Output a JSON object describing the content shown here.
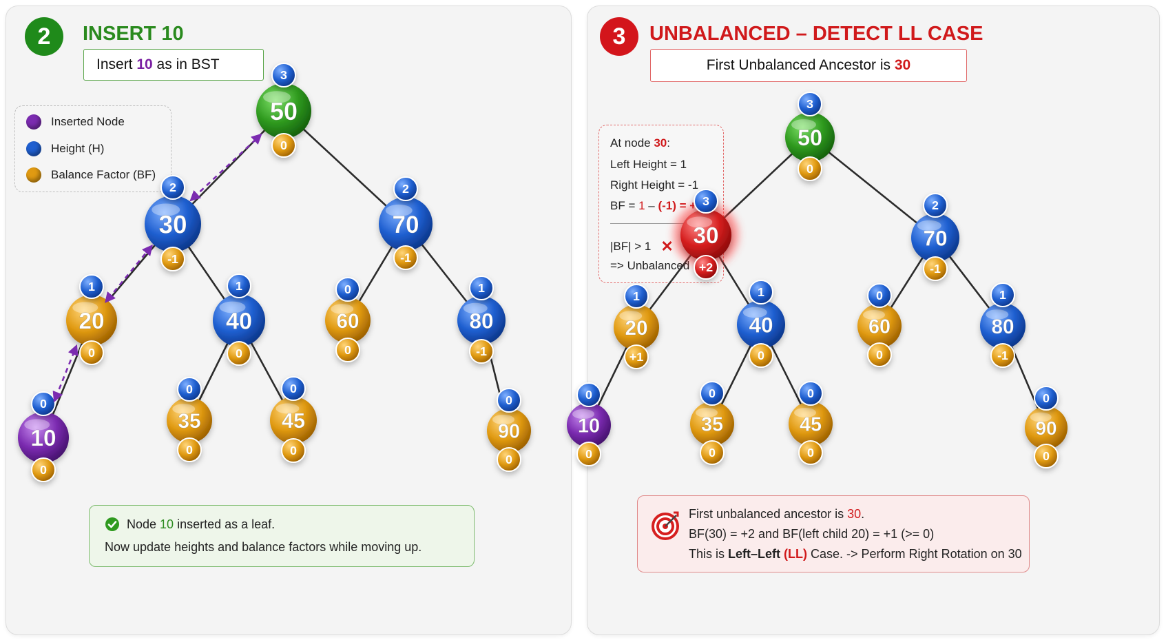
{
  "left": {
    "step": "2",
    "title": "INSERT 10",
    "subtitle": {
      "prefix": "Insert ",
      "key": "10",
      "suffix": " as in BST"
    },
    "legend": [
      {
        "label": "Inserted Node",
        "color": "#7b2bb0"
      },
      {
        "label": "Height (H)",
        "color": "#1f5fd0"
      },
      {
        "label": "Balance Factor (BF)",
        "color": "#e09a12"
      }
    ],
    "nodes": [
      {
        "key": "50",
        "h": "3",
        "bf": "0",
        "type": "green"
      },
      {
        "key": "30",
        "h": "2",
        "bf": "-1",
        "type": "blue"
      },
      {
        "key": "70",
        "h": "2",
        "bf": "-1",
        "type": "blue"
      },
      {
        "key": "20",
        "h": "1",
        "bf": "0",
        "type": "orange"
      },
      {
        "key": "40",
        "h": "1",
        "bf": "0",
        "type": "blue"
      },
      {
        "key": "60",
        "h": "0",
        "bf": "0",
        "type": "orange"
      },
      {
        "key": "80",
        "h": "1",
        "bf": "-1",
        "type": "blue"
      },
      {
        "key": "10",
        "h": "0",
        "bf": "0",
        "type": "purple"
      },
      {
        "key": "35",
        "h": "0",
        "bf": "0",
        "type": "orange"
      },
      {
        "key": "45",
        "h": "0",
        "bf": "0",
        "type": "orange"
      },
      {
        "key": "90",
        "h": "0",
        "bf": "0",
        "type": "orange"
      }
    ],
    "edges": [
      [
        "50",
        "30"
      ],
      [
        "50",
        "70"
      ],
      [
        "30",
        "20"
      ],
      [
        "30",
        "40"
      ],
      [
        "70",
        "60"
      ],
      [
        "70",
        "80"
      ],
      [
        "20",
        "10"
      ],
      [
        "40",
        "35"
      ],
      [
        "40",
        "45"
      ],
      [
        "80",
        "90"
      ]
    ],
    "note": {
      "line1_prefix": "Node ",
      "line1_key": "10",
      "line1_suffix": " inserted as a leaf.",
      "line2": "Now update heights and balance factors while moving up."
    }
  },
  "right": {
    "step": "3",
    "title": "UNBALANCED – DETECT LL CASE",
    "subtitle": {
      "prefix": "First Unbalanced Ancestor is ",
      "key": "30"
    },
    "calc": {
      "l1_prefix": "At node ",
      "l1_key": "30",
      "l1_suffix": ":",
      "l2": "Left Height = 1",
      "l3": "Right Height = -1",
      "l4_prefix": "BF = ",
      "l4_a": "1",
      "l4_b": " – ",
      "l4_c": "(-1)",
      "l4_d": " = +2",
      "l5": "|BF| > 1",
      "l5_mark": "✕",
      "l6": "=> Unbalanced"
    },
    "nodes": [
      {
        "key": "50",
        "h": "3",
        "bf": "0",
        "type": "green"
      },
      {
        "key": "30",
        "h": "3",
        "bf": "+2",
        "type": "red"
      },
      {
        "key": "70",
        "h": "2",
        "bf": "-1",
        "type": "blue"
      },
      {
        "key": "20",
        "h": "1",
        "bf": "+1",
        "type": "orange"
      },
      {
        "key": "40",
        "h": "1",
        "bf": "0",
        "type": "blue"
      },
      {
        "key": "60",
        "h": "0",
        "bf": "0",
        "type": "orange"
      },
      {
        "key": "80",
        "h": "1",
        "bf": "-1",
        "type": "blue"
      },
      {
        "key": "10",
        "h": "0",
        "bf": "0",
        "type": "purple"
      },
      {
        "key": "35",
        "h": "0",
        "bf": "0",
        "type": "orange"
      },
      {
        "key": "45",
        "h": "0",
        "bf": "0",
        "type": "orange"
      },
      {
        "key": "90",
        "h": "0",
        "bf": "0",
        "type": "orange"
      }
    ],
    "edges": [
      [
        "50",
        "30"
      ],
      [
        "50",
        "70"
      ],
      [
        "30",
        "20"
      ],
      [
        "30",
        "40"
      ],
      [
        "70",
        "60"
      ],
      [
        "70",
        "80"
      ],
      [
        "20",
        "10"
      ],
      [
        "40",
        "35"
      ],
      [
        "40",
        "45"
      ],
      [
        "80",
        "90"
      ]
    ],
    "note": {
      "line1_prefix": "First unbalanced ancestor is ",
      "line1_key": "30",
      "line1_suffix": ".",
      "line2": "BF(30) = +2 and BF(left child 20) = +1 (>= 0)",
      "line3_prefix": "This is ",
      "line3_a": "Left–Left ",
      "line3_b": "(LL)",
      "line3_suffix": " Case. -> Perform Right Rotation on 30"
    }
  },
  "colors": {
    "green": "#2f9a1f",
    "blue": "#1f5fd0",
    "orange": "#e09a12",
    "purple": "#7b2bb0",
    "red": "#d61f1f",
    "step_green": "#1f8a1a",
    "step_red": "#d3151b"
  }
}
